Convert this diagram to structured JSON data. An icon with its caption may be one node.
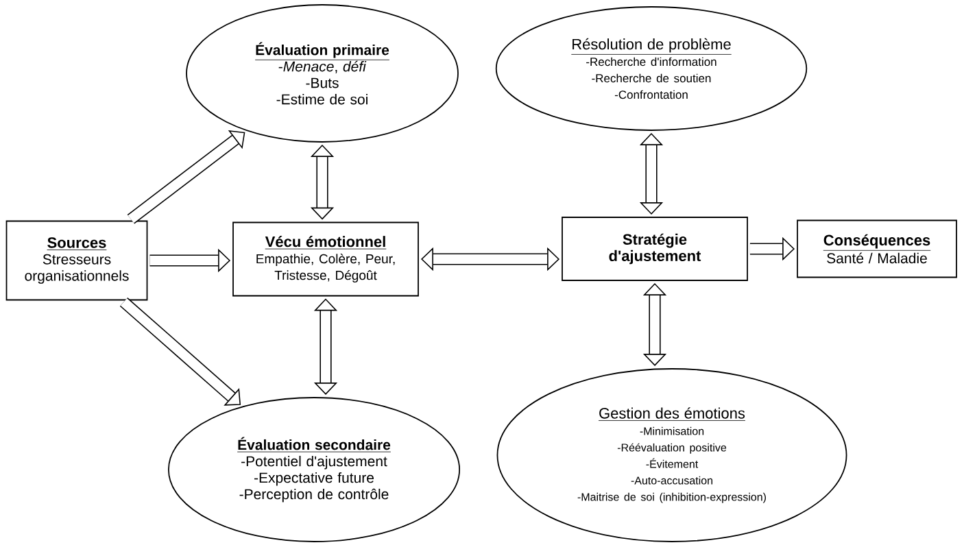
{
  "diagram": {
    "nodes": [
      {
        "text": [
          "Sources",
          "Stresseurs organisationnels"
        ]
      },
      {
        "text": [
          "Évaluation primaire",
          "-*Menace*, *défi*",
          "-Buts",
          "-Estime de soi"
        ]
      },
      {
        "text": [
          "Vécu émotionnel",
          "Empathie, Colère, Peur, Tristesse, Dégoût"
        ]
      },
      {
        "text": [
          "Évaluation secondaire",
          "-Potentiel d'ajustement",
          "-Expectative future",
          "-Perception de contrôle"
        ]
      },
      {
        "text": [
          "Résolution de problème",
          "-Recherche d'information",
          "-Recherche de soutien",
          "-Confrontation"
        ]
      },
      {
        "text": [
          "Stratégie d'ajustement"
        ]
      },
      {
        "text": [
          "Gestion des émotions",
          "-Minimisation",
          "-Réévaluation positive",
          "-Évitement",
          "-Auto-accusation",
          "-Maitrise de soi (inhibition-expression)"
        ]
      },
      {
        "text": [
          "Conséquences",
          "Santé / Maladie"
        ]
      }
    ],
    "edges": [
      {
        "from": 0,
        "to": 1,
        "arrow": "to"
      },
      {
        "from": 0,
        "to": 2,
        "arrow": "to"
      },
      {
        "from": 0,
        "to": 3,
        "arrow": "to"
      },
      {
        "from": 1,
        "to": 2,
        "arrow": "both"
      },
      {
        "from": 2,
        "to": 3,
        "arrow": "both"
      },
      {
        "from": 2,
        "to": 5,
        "arrow": "both"
      },
      {
        "from": 4,
        "to": 5,
        "arrow": "both"
      },
      {
        "from": 5,
        "to": 6,
        "arrow": "both"
      },
      {
        "from": 5,
        "to": 7,
        "arrow": "to"
      }
    ]
  }
}
